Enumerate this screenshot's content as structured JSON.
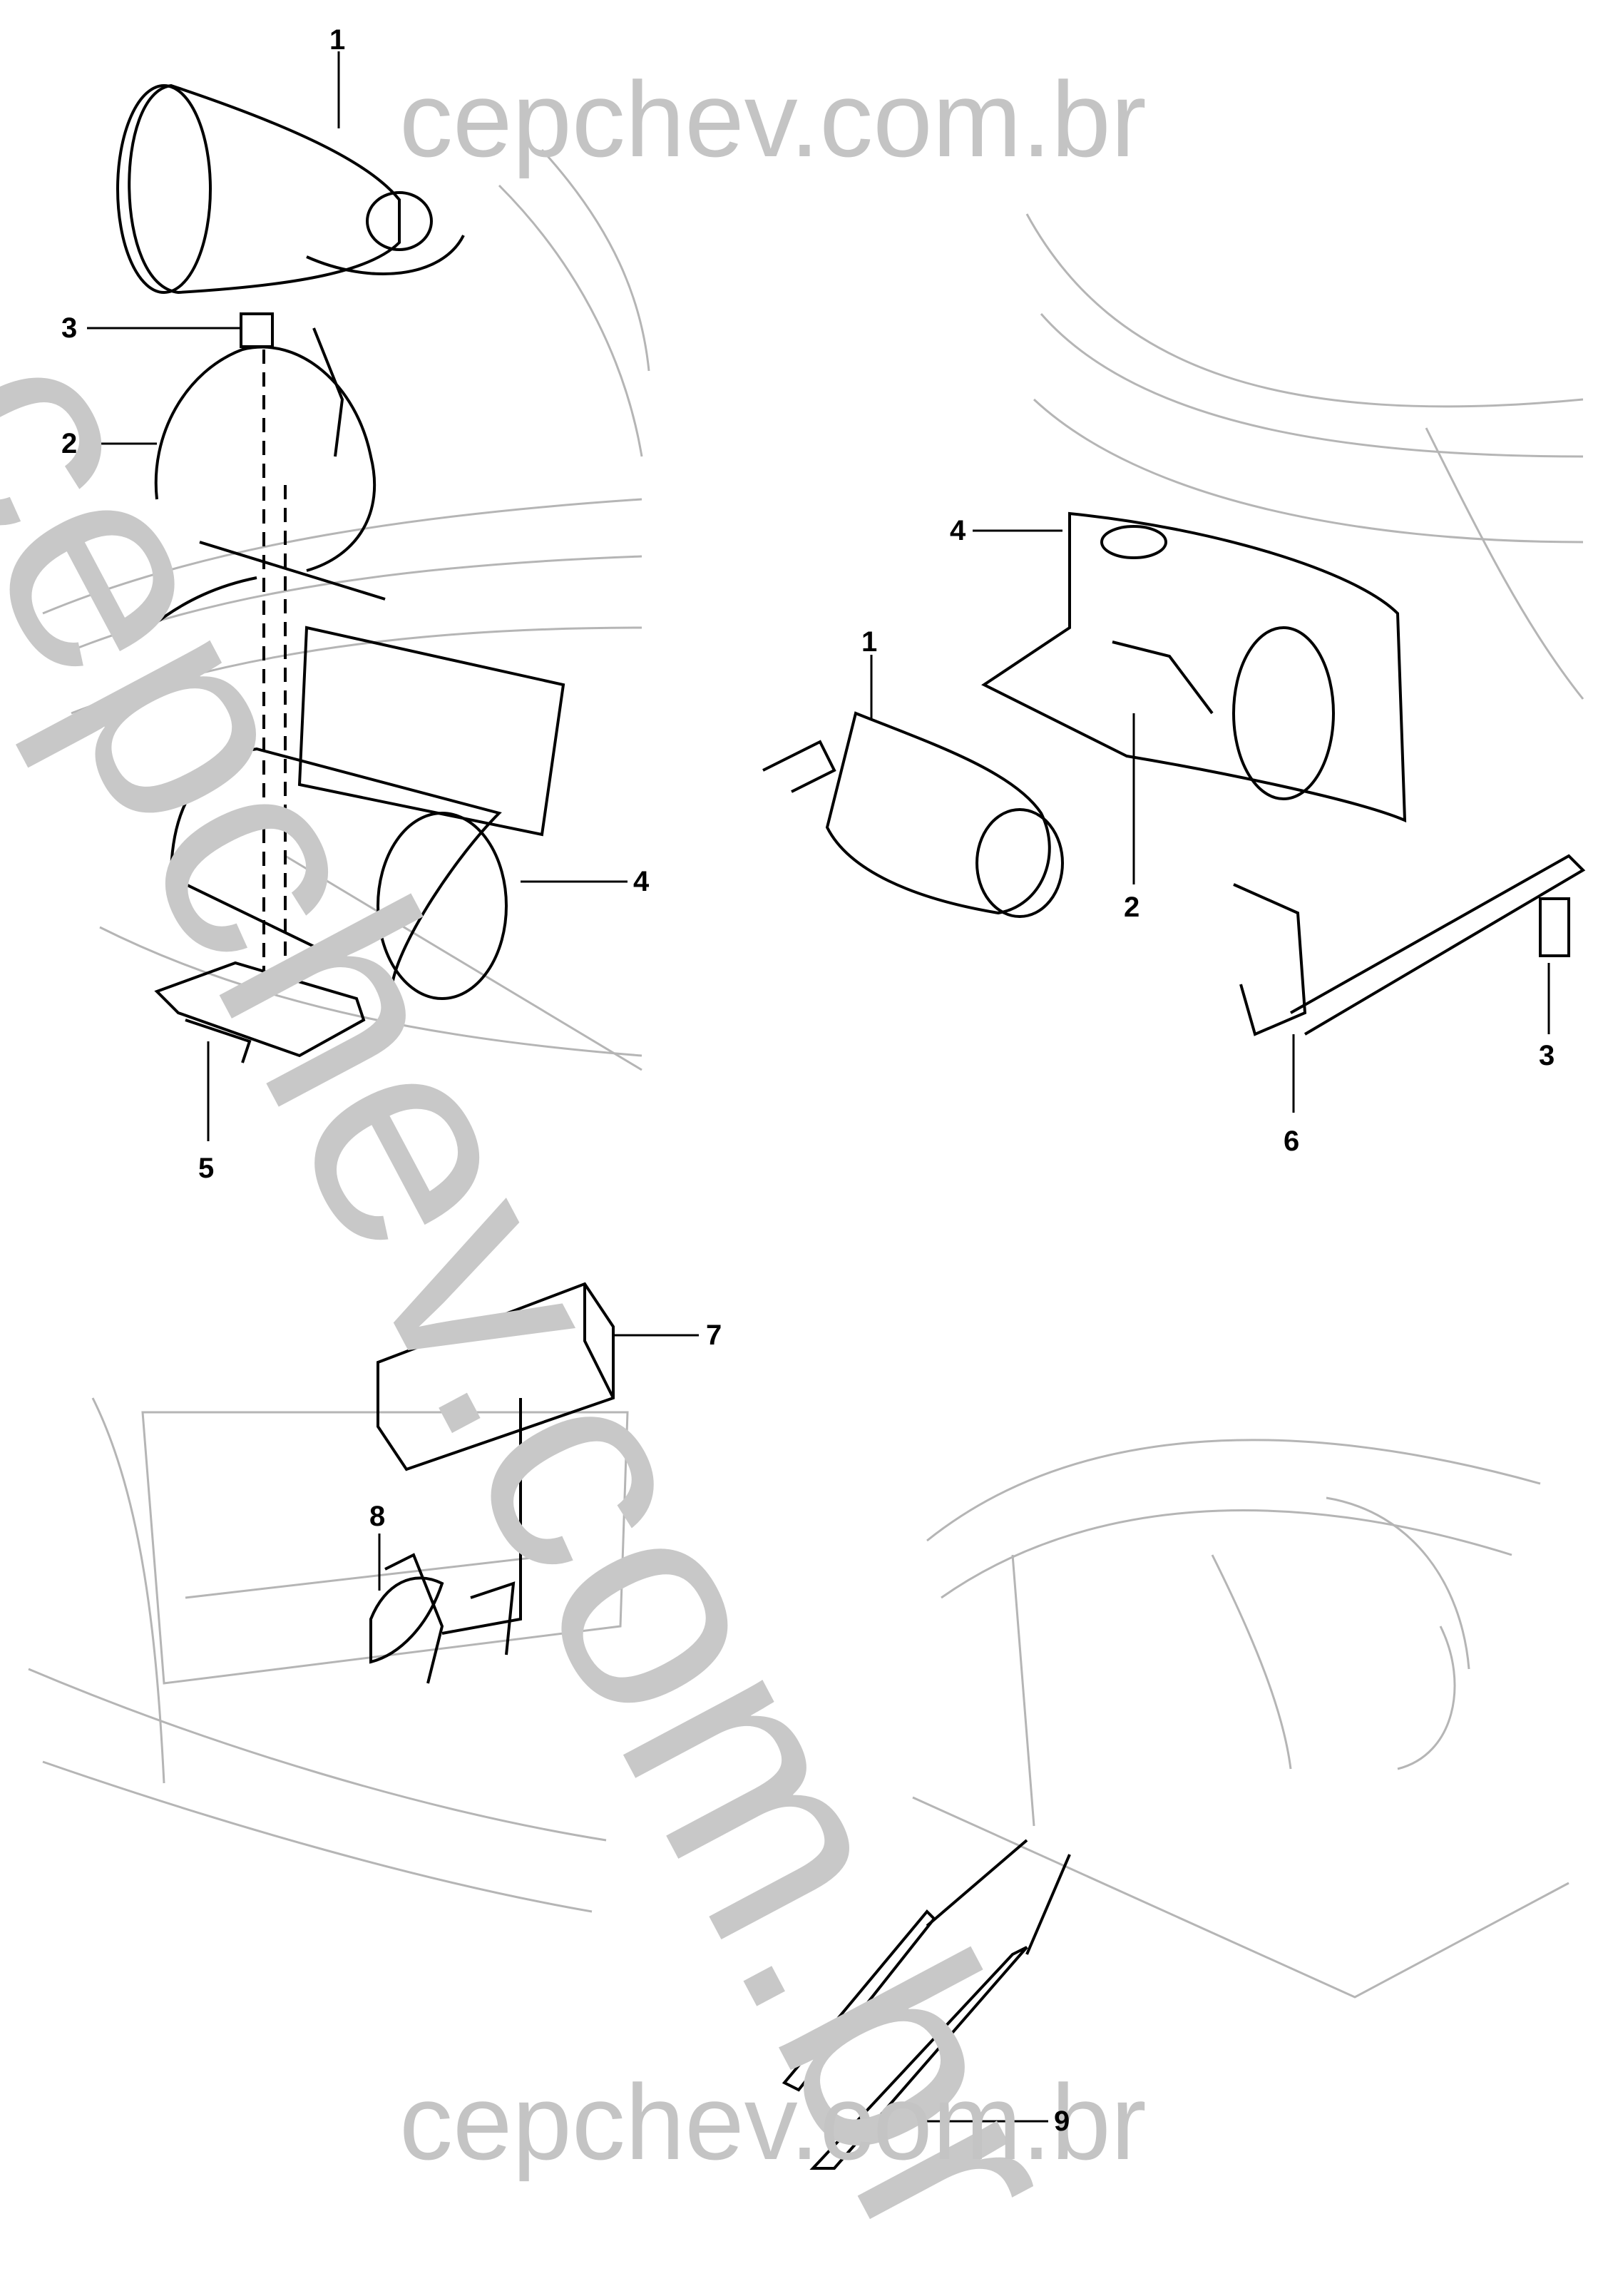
{
  "watermark": {
    "top": "cepchev.com.br",
    "bottom": "cepchev.com.br",
    "diagonal": "cepchev.com.br"
  },
  "callouts": {
    "tl_1": "1",
    "tl_2": "2",
    "tl_3": "3",
    "tl_4": "4",
    "tl_5": "5",
    "tr_1": "1",
    "tr_2": "2",
    "tr_3": "3",
    "tr_4": "4",
    "tr_6": "6",
    "bl_7": "7",
    "bl_8": "8",
    "br_9": "9"
  },
  "colors": {
    "line": "#000000",
    "ghost": "#b0b0b0",
    "watermark": "#c4c4c4"
  }
}
